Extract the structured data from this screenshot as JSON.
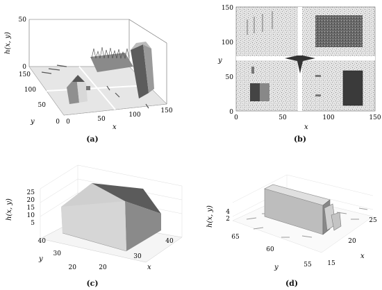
{
  "panels": [
    {
      "caption": "(a)",
      "zlabel": "h(x, y)",
      "xlabel": "x",
      "ylabel": "y",
      "z_ticks": [
        "0",
        "50"
      ],
      "x_ticks": [
        "0",
        "50",
        "100",
        "150"
      ],
      "y_ticks": [
        "150",
        "100",
        "50",
        "0"
      ]
    },
    {
      "caption": "(b)",
      "xlabel": "x",
      "ylabel": "y",
      "x_ticks": [
        "0",
        "50",
        "100",
        "150"
      ],
      "y_ticks": [
        "150",
        "100",
        "50",
        "0"
      ]
    },
    {
      "caption": "(c)",
      "zlabel": "h(x, y)",
      "xlabel": "x",
      "ylabel": "y",
      "z_ticks": [
        "25",
        "20",
        "15",
        "10",
        "5"
      ],
      "x_ticks": [
        "20",
        "30",
        "40"
      ],
      "y_ticks": [
        "40",
        "30",
        "20"
      ]
    },
    {
      "caption": "(d)",
      "zlabel": "h(x, y)",
      "xlabel": "x",
      "ylabel": "y",
      "z_ticks": [
        "4",
        "2"
      ],
      "x_ticks": [
        "25",
        "20",
        "15"
      ],
      "y_ticks": [
        "65",
        "60",
        "55"
      ]
    }
  ]
}
